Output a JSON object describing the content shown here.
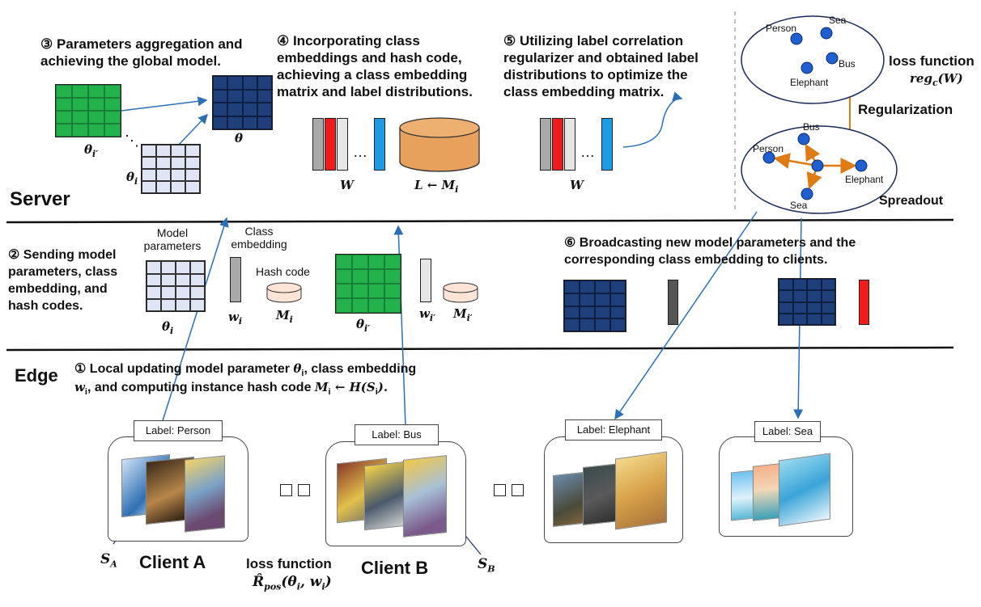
{
  "colors": {
    "green": "#24b24c",
    "navy": "#1f3f7a",
    "light_blue": "#dfe5f5",
    "gray": "#a9a9a9",
    "red": "#ee1c1c",
    "cyan": "#1c9be6",
    "orange": "#e8a15c",
    "node_blue": "#1f5fd0",
    "arrow_orange": "#e07a14",
    "line_blue": "#2a6fb8"
  },
  "sections": {
    "server": "Server",
    "edge": "Edge"
  },
  "server": {
    "step3": "③ Parameters aggregation and achieving the global model.",
    "step4": "④ Incorporating class embeddings and hash code, achieving a class embedding matrix and label distributions.",
    "step5": "⑤ Utilizing label correlation regularizer and obtained label distributions to optimize the class embedding matrix.",
    "theta_i_prime": "θ",
    "theta_sub_prime": "i′",
    "theta_i": "θ",
    "theta_sub_i": "i",
    "theta": "θ",
    "dots": "⋱",
    "ellipsis": "…",
    "W": "W",
    "L_arrow_M": "L ← M",
    "L_sub": "i",
    "W2": "W",
    "loss_label": "loss function",
    "reg_label": "reg",
    "reg_sub": "c",
    "reg_arg": "(W)",
    "regularization": "Regularization",
    "spreadout": "Spreadout",
    "graph1": {
      "person": "Person",
      "sea": "Sea",
      "bus": "Bus",
      "elephant": "Elephant"
    },
    "graph2": {
      "person": "Person",
      "bus": "Bus",
      "elephant": "Elephant",
      "sea": "Sea"
    }
  },
  "middle": {
    "step2": "② Sending model parameters, class embedding, and hash codes.",
    "model_parameters": "Model parameters",
    "class_embedding": "Class embedding",
    "hash_code": "Hash code",
    "theta_i": "θ",
    "theta_sub_i": "i",
    "w_i": "w",
    "w_sub_i": "i",
    "M_i": "M",
    "M_sub_i": "i",
    "theta_ip": "θ",
    "theta_sub_ip": "i′",
    "w_ip": "w",
    "w_sub_ip": "i′",
    "M_ip": "M",
    "M_sub_ip": "i′",
    "step6": "⑥ Broadcasting new model parameters and the corresponding class embedding to clients."
  },
  "edge": {
    "step1_line1_a": "① Local updating model parameter ",
    "step1_theta": "θ",
    "step1_theta_sub": "i",
    "step1_line1_b": ", class embedding",
    "step1_w": "w",
    "step1_w_sub": "i",
    "step1_line2": ",  and computing instance hash code ",
    "step1_formula": "M",
    "step1_formula_sub": "i",
    "step1_formula_rest": " ← H(S",
    "step1_formula_sub2": "i",
    "step1_formula_end": ").",
    "label_person": "Label: Person",
    "label_bus": "Label: Bus",
    "label_elephant": "Label: Elephant",
    "label_sea": "Label: Sea",
    "client_a": "Client A",
    "client_b": "Client B",
    "loss_function": "loss function",
    "R_pos": "R̂",
    "R_sub": "pos",
    "R_args": "(θ",
    "R_sub_i": "i",
    "R_args2": ", w",
    "R_sub_i2": "i",
    "R_close": ")",
    "S_A": "S",
    "S_A_sub": "A",
    "S_B": "S",
    "S_B_sub": "B"
  }
}
